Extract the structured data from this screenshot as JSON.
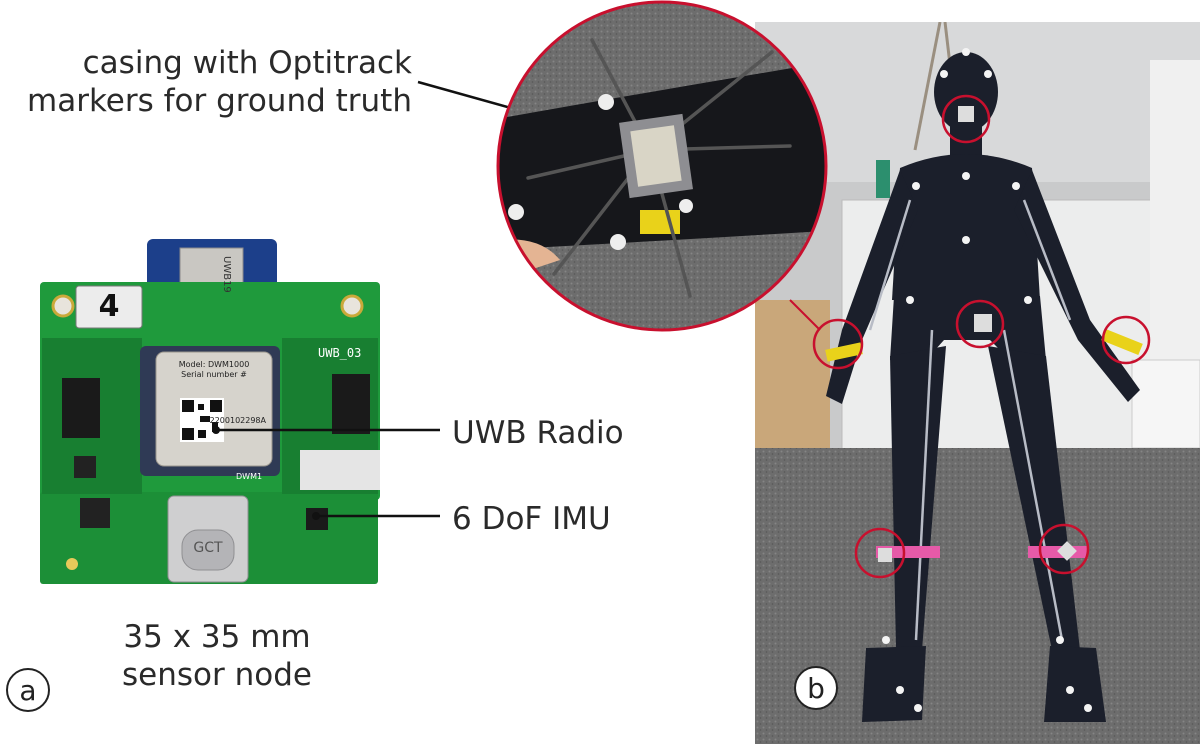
{
  "callouts": {
    "ground_truth": [
      "casing with Optitrack",
      "markers for ground truth"
    ],
    "uwb_radio": "UWB Radio",
    "imu": "6 DoF IMU"
  },
  "caption": [
    "35 x 35 mm",
    "sensor node"
  ],
  "board": {
    "node_number": "4",
    "board_id": "UWB_03",
    "antenna_tag": "UWB19",
    "module_text": [
      "Model: DWM1000",
      "Serial number #",
      "2200102298A"
    ],
    "module_code": "DWM1",
    "usb_label": "GCT"
  },
  "panel_labels": {
    "a": "a",
    "b": "b"
  },
  "colors": {
    "pcb_green": "#1f9a3c",
    "pcb_dark": "#126b27",
    "highlight_circle": "#c8102e",
    "suit": "#1b1f2b",
    "floor": "#4b4b4b"
  }
}
